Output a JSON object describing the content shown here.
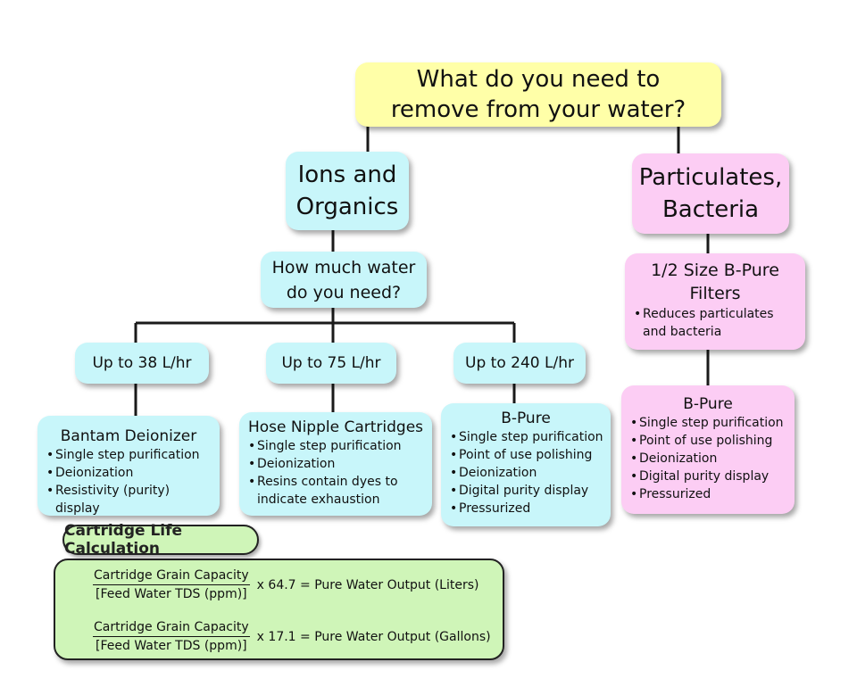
{
  "question": {
    "text": "What do you need to\nremove from your water?"
  },
  "categories": {
    "ions": "Ions and\nOrganics",
    "particulates": "Particulates,\nBacteria"
  },
  "how_much": "How much water\ndo you need?",
  "ranges": [
    "Up to 38 L/hr",
    "Up to 75 L/hr",
    "Up to 240 L/hr"
  ],
  "products": [
    {
      "title": "Bantam Deionizer",
      "items": [
        "Single step purification",
        "Deionization",
        "Resistivity (purity) display"
      ]
    },
    {
      "title": "Hose Nipple Cartridges",
      "items": [
        "Single step purification",
        "Deionization",
        "Resins contain dyes to indicate exhaustion"
      ]
    },
    {
      "title": "B-Pure",
      "items": [
        "Single step purification",
        "Point of use polishing",
        "Deionization",
        "Digital purity display",
        "Pressurized"
      ]
    }
  ],
  "filters": {
    "title": "1/2 Size B-Pure\nFilters",
    "items": [
      "Reduces particulates and bacteria"
    ]
  },
  "bpure_right": {
    "title": "B-Pure",
    "items": [
      "Single step purification",
      "Point of use polishing",
      "Deionization",
      "Digital purity display",
      "Pressurized"
    ]
  },
  "calculation": {
    "title": "Cartridge Life Calculation",
    "formulas": [
      {
        "numerator": "Cartridge Grain Capacity",
        "denominator": "[Feed Water TDS (ppm)]",
        "rest": "x 64.7 = Pure Water Output (Liters)"
      },
      {
        "numerator": "Cartridge Grain Capacity",
        "denominator": "[Feed Water TDS (ppm)]",
        "rest": "x 17.1 = Pure Water Output (Gallons)"
      }
    ]
  },
  "colors": {
    "yellow": "#ffffa8",
    "cyan": "#c8f6fa",
    "pink": "#fccdf4",
    "green": "#cff5b8",
    "connector": "#1a1a1a"
  }
}
